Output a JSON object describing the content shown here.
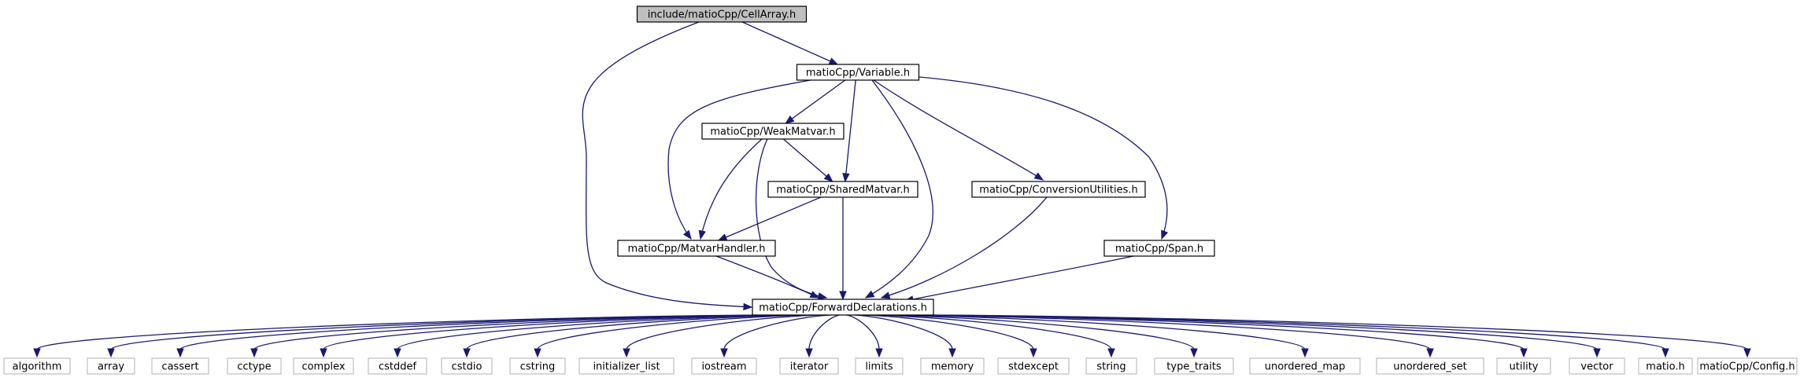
{
  "graph": {
    "colors": {
      "background": "#ffffff",
      "edge": "#191970",
      "node_border": "#000000",
      "node_fill": "#ffffff",
      "root_fill": "#bfbfbf",
      "external_border": "#bfbfbf",
      "text": "#000000"
    },
    "nodes": [
      {
        "id": "cellarray",
        "label": "include/matioCpp/CellArray.h",
        "kind": "root"
      },
      {
        "id": "variable",
        "label": "matioCpp/Variable.h",
        "kind": "internal"
      },
      {
        "id": "weakmatvar",
        "label": "matioCpp/WeakMatvar.h",
        "kind": "internal"
      },
      {
        "id": "sharedmatvar",
        "label": "matioCpp/SharedMatvar.h",
        "kind": "internal"
      },
      {
        "id": "conversion",
        "label": "matioCpp/ConversionUtilities.h",
        "kind": "internal"
      },
      {
        "id": "matvarhandler",
        "label": "matioCpp/MatvarHandler.h",
        "kind": "internal"
      },
      {
        "id": "span",
        "label": "matioCpp/Span.h",
        "kind": "internal"
      },
      {
        "id": "forward",
        "label": "matioCpp/ForwardDeclarations.h",
        "kind": "internal"
      },
      {
        "id": "algorithm",
        "label": "algorithm",
        "kind": "external"
      },
      {
        "id": "array",
        "label": "array",
        "kind": "external"
      },
      {
        "id": "cassert",
        "label": "cassert",
        "kind": "external"
      },
      {
        "id": "cctype",
        "label": "cctype",
        "kind": "external"
      },
      {
        "id": "complex",
        "label": "complex",
        "kind": "external"
      },
      {
        "id": "cstddef",
        "label": "cstddef",
        "kind": "external"
      },
      {
        "id": "cstdio",
        "label": "cstdio",
        "kind": "external"
      },
      {
        "id": "cstring",
        "label": "cstring",
        "kind": "external"
      },
      {
        "id": "initializer_list",
        "label": "initializer_list",
        "kind": "external"
      },
      {
        "id": "iostream",
        "label": "iostream",
        "kind": "external"
      },
      {
        "id": "iterator",
        "label": "iterator",
        "kind": "external"
      },
      {
        "id": "limits",
        "label": "limits",
        "kind": "external"
      },
      {
        "id": "memory",
        "label": "memory",
        "kind": "external"
      },
      {
        "id": "stdexcept",
        "label": "stdexcept",
        "kind": "external"
      },
      {
        "id": "string",
        "label": "string",
        "kind": "external"
      },
      {
        "id": "type_traits",
        "label": "type_traits",
        "kind": "external"
      },
      {
        "id": "unordered_map",
        "label": "unordered_map",
        "kind": "external"
      },
      {
        "id": "unordered_set",
        "label": "unordered_set",
        "kind": "external"
      },
      {
        "id": "utility",
        "label": "utility",
        "kind": "external"
      },
      {
        "id": "vector",
        "label": "vector",
        "kind": "external"
      },
      {
        "id": "matio_h",
        "label": "matio.h",
        "kind": "external"
      },
      {
        "id": "config",
        "label": "matioCpp/Config.h",
        "kind": "external"
      }
    ],
    "edges": [
      {
        "from": "cellarray",
        "to": "variable"
      },
      {
        "from": "cellarray",
        "to": "forward"
      },
      {
        "from": "variable",
        "to": "weakmatvar"
      },
      {
        "from": "variable",
        "to": "sharedmatvar"
      },
      {
        "from": "variable",
        "to": "conversion"
      },
      {
        "from": "variable",
        "to": "matvarhandler"
      },
      {
        "from": "variable",
        "to": "span"
      },
      {
        "from": "variable",
        "to": "forward"
      },
      {
        "from": "weakmatvar",
        "to": "sharedmatvar"
      },
      {
        "from": "weakmatvar",
        "to": "matvarhandler"
      },
      {
        "from": "weakmatvar",
        "to": "forward"
      },
      {
        "from": "sharedmatvar",
        "to": "matvarhandler"
      },
      {
        "from": "sharedmatvar",
        "to": "forward"
      },
      {
        "from": "conversion",
        "to": "forward"
      },
      {
        "from": "matvarhandler",
        "to": "forward"
      },
      {
        "from": "span",
        "to": "forward"
      },
      {
        "from": "forward",
        "to": "algorithm"
      },
      {
        "from": "forward",
        "to": "array"
      },
      {
        "from": "forward",
        "to": "cassert"
      },
      {
        "from": "forward",
        "to": "cctype"
      },
      {
        "from": "forward",
        "to": "complex"
      },
      {
        "from": "forward",
        "to": "cstddef"
      },
      {
        "from": "forward",
        "to": "cstdio"
      },
      {
        "from": "forward",
        "to": "cstring"
      },
      {
        "from": "forward",
        "to": "initializer_list"
      },
      {
        "from": "forward",
        "to": "iostream"
      },
      {
        "from": "forward",
        "to": "iterator"
      },
      {
        "from": "forward",
        "to": "limits"
      },
      {
        "from": "forward",
        "to": "memory"
      },
      {
        "from": "forward",
        "to": "stdexcept"
      },
      {
        "from": "forward",
        "to": "string"
      },
      {
        "from": "forward",
        "to": "type_traits"
      },
      {
        "from": "forward",
        "to": "unordered_map"
      },
      {
        "from": "forward",
        "to": "unordered_set"
      },
      {
        "from": "forward",
        "to": "utility"
      },
      {
        "from": "forward",
        "to": "vector"
      },
      {
        "from": "forward",
        "to": "matio_h"
      },
      {
        "from": "forward",
        "to": "config"
      }
    ]
  }
}
